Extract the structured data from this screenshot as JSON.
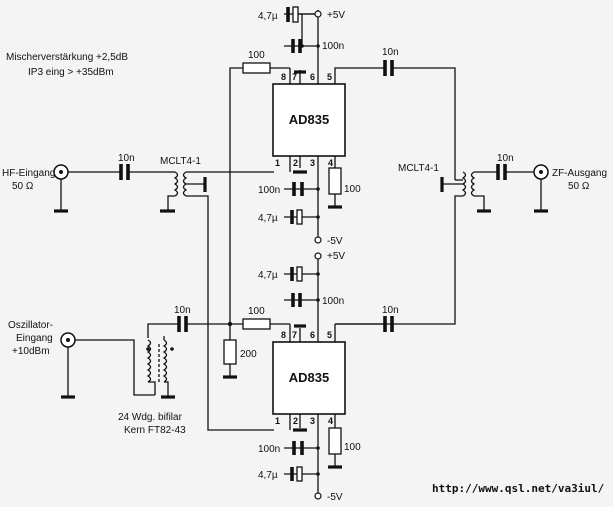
{
  "notes": {
    "gain": "Mischerverstärkung +2,5dB",
    "ip3": "IP3 eing > +35dBm"
  },
  "ports": {
    "rf_in_name": "HF-Eingang",
    "rf_in_imp": "50 Ω",
    "if_out_name": "ZF-Ausgang",
    "if_out_imp": "50 Ω",
    "osc_name_1": "Oszillator-",
    "osc_name_2": "Eingang",
    "osc_level": "+10dBm"
  },
  "ics": {
    "top": "AD835",
    "bottom": "AD835"
  },
  "pins": [
    "8",
    "7",
    "6",
    "5",
    "1",
    "2",
    "3",
    "4"
  ],
  "transformers": {
    "left": "MCLT4-1",
    "right": "MCLT4-1"
  },
  "balun": {
    "line1": "24 Wdg. bifilar",
    "line2": "Kern FT82-43"
  },
  "components": {
    "cap_10n": "10n",
    "cap_100n": "100n",
    "cap_4u7": "4,7µ",
    "res_100": "100",
    "res_200": "200"
  },
  "supply": {
    "pos": "+5V",
    "neg": "-5V"
  },
  "url": "http://www.qsl.net/va3iul/"
}
